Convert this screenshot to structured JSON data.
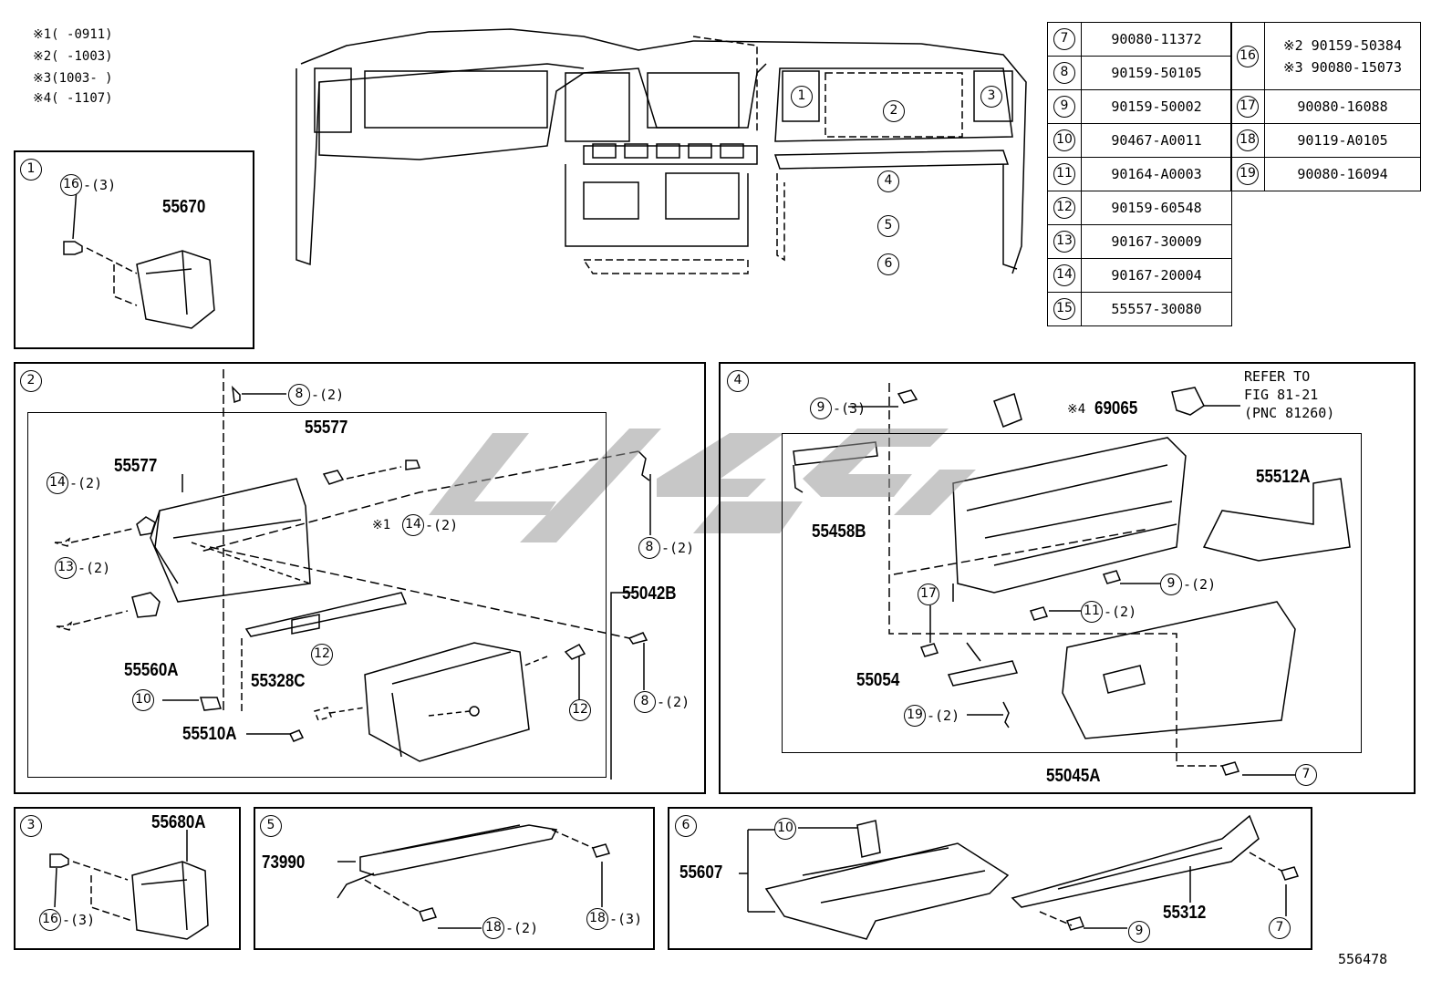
{
  "notes": [
    {
      "mark": "※1",
      "range": "(      -0911)"
    },
    {
      "mark": "※2",
      "range": "(      -1003)"
    },
    {
      "mark": "※3",
      "range": "(1003-      )"
    },
    {
      "mark": "※4",
      "range": "(      -1107)"
    }
  ],
  "parts_table_left": [
    {
      "ref": "7",
      "pn": "90080-11372"
    },
    {
      "ref": "8",
      "pn": "90159-50105"
    },
    {
      "ref": "9",
      "pn": "90159-50002"
    },
    {
      "ref": "10",
      "pn": "90467-A0011"
    },
    {
      "ref": "11",
      "pn": "90164-A0003"
    },
    {
      "ref": "12",
      "pn": "90159-60548"
    },
    {
      "ref": "13",
      "pn": "90167-30009"
    },
    {
      "ref": "14",
      "pn": "90167-20004"
    },
    {
      "ref": "15",
      "pn": "55557-30080"
    }
  ],
  "parts_table_right": [
    {
      "ref": "16",
      "pn1": "※2 90159-50384",
      "pn2": "※3 90080-15073"
    },
    {
      "ref": "17",
      "pn": "90080-16088"
    },
    {
      "ref": "18",
      "pn": "90119-A0105"
    },
    {
      "ref": "19",
      "pn": "90080-16094"
    }
  ],
  "overview": {
    "callouts": [
      "1",
      "2",
      "3",
      "4",
      "5",
      "6"
    ]
  },
  "panel1": {
    "id": "1",
    "part": "55670",
    "bolt": "16",
    "bolt_qty": "-(3)"
  },
  "panel2": {
    "id": "2",
    "parts": {
      "p55577a": "55577",
      "p55577b": "55577",
      "p55042b": "55042B",
      "p55560a": "55560A",
      "p55328c": "55328C",
      "p55510a": "55510A"
    },
    "callouts": {
      "c8": "8",
      "c14": "14",
      "c13": "13",
      "c12": "12",
      "c10": "10"
    },
    "qty2": "-(2)",
    "note1": "※1"
  },
  "panel3": {
    "id": "3",
    "part": "55680A",
    "bolt": "16",
    "bolt_qty": "-(3)"
  },
  "panel4": {
    "id": "4",
    "parts": {
      "p69065": "69065",
      "p55512a": "55512A",
      "p55458b": "55458B",
      "p55054": "55054",
      "p55045a": "55045A"
    },
    "note4": "※4",
    "refer": [
      "REFER TO",
      "FIG 81-21",
      "(PNC 81260)"
    ],
    "callouts": {
      "c9": "9",
      "c17": "17",
      "c11": "11",
      "c19": "19",
      "c7": "7"
    },
    "qty3": "-(3)",
    "qty2": "-(2)"
  },
  "panel5": {
    "id": "5",
    "part": "73990",
    "bolt": "18",
    "qty2": "-(2)",
    "qty3": "-(3)"
  },
  "panel6": {
    "id": "6",
    "part_a": "55607",
    "part_b": "55312",
    "c10": "10",
    "c9": "9",
    "c7": "7"
  },
  "figure_number": "556478",
  "colors": {
    "line": "#000000",
    "watermark": "#9a9a9a"
  }
}
